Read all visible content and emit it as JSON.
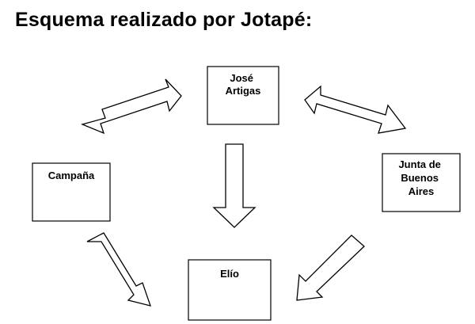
{
  "title": "Esquema realizado por Jotapé:",
  "nodes": {
    "artigas": [
      "José",
      "Artigas"
    ],
    "campana": [
      "Campaña"
    ],
    "junta": [
      "Junta de",
      "Buenos",
      "Aires"
    ],
    "elio": [
      "Elío"
    ]
  },
  "arrows": [
    {
      "from": "artigas",
      "to": "campana",
      "direction": "both"
    },
    {
      "from": "artigas",
      "to": "junta",
      "direction": "both"
    },
    {
      "from": "artigas",
      "to": "elio",
      "direction": "forward"
    },
    {
      "from": "campana",
      "to": "elio",
      "direction": "forward"
    },
    {
      "from": "junta",
      "to": "elio",
      "direction": "forward"
    }
  ]
}
